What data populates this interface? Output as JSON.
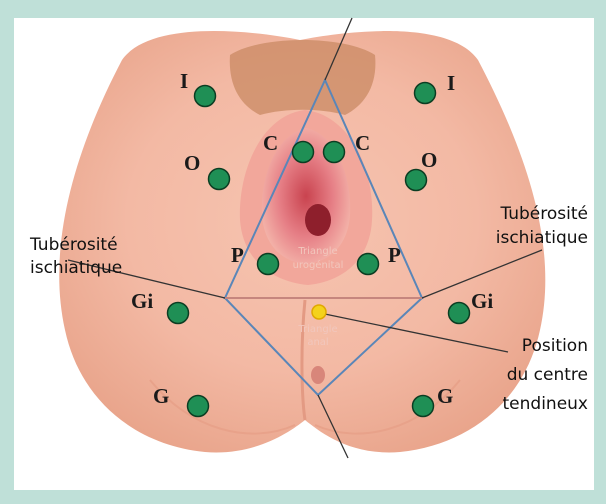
{
  "labels": {
    "left_tuberosity": [
      "Tubérosité",
      "ischiatique"
    ],
    "right_tuberosity": [
      "Tubérosité",
      "ischiatique"
    ],
    "centre": [
      "Position",
      "du centre",
      "tendineux"
    ]
  },
  "points": {
    "I": "I",
    "O": "O",
    "C": "C",
    "P": "P",
    "Gi": "Gi",
    "G": "G"
  },
  "faint_text": {
    "upper_triangle": [
      "Triangle",
      "urogénital"
    ],
    "lower_triangle": [
      "Triangle",
      "anal"
    ]
  },
  "colors": {
    "border": "#bfe0d8",
    "point_fill": "#1f8f55",
    "point_stroke": "#0b3d22",
    "triangle": "#5a86b8",
    "centre_dot": "#f4d21c"
  }
}
